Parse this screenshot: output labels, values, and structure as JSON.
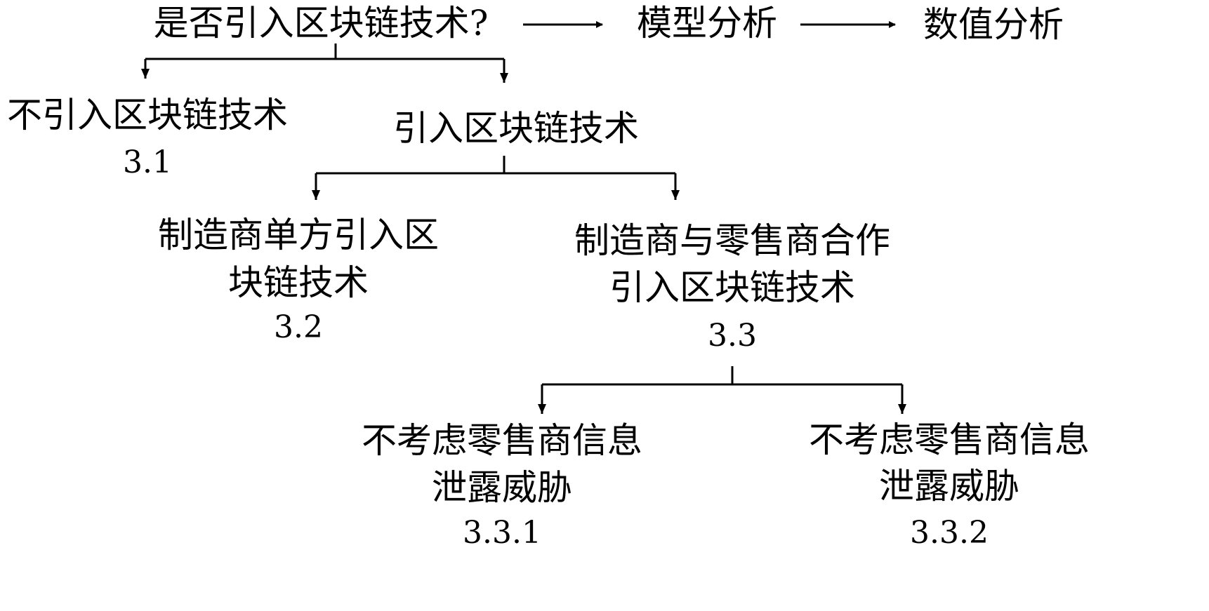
{
  "top": {
    "question": "是否引入区块链技术?",
    "model_analysis": "模型分析",
    "numeric_analysis": "数值分析"
  },
  "branch_no": {
    "label": "不引入区块链技术",
    "section": "3.1"
  },
  "branch_yes": {
    "label": "引入区块链技术"
  },
  "unilateral": {
    "line1": "制造商单方引入区",
    "line2": "块链技术",
    "section": "3.2"
  },
  "cooperative": {
    "line1": "制造商与零售商合作",
    "line2": "引入区块链技术",
    "section": "3.3"
  },
  "leaf_1": {
    "line1": "不考虑零售商信息",
    "line2": "泄露威胁",
    "section": "3.3.1"
  },
  "leaf_2": {
    "line1": "不考虑零售商信息",
    "line2": "泄露威胁",
    "section": "3.3.2"
  },
  "colors": {
    "ink": "#000000",
    "background": "#ffffff"
  }
}
